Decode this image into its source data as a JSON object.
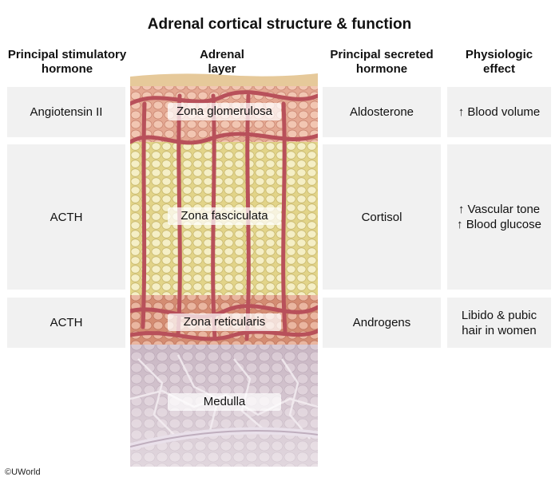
{
  "title": "Adrenal cortical structure & function",
  "headers": {
    "stimulatory": [
      "Principal stimulatory",
      "hormone"
    ],
    "layer": [
      "Adrenal",
      "layer"
    ],
    "secreted": [
      "Principal secreted",
      "hormone"
    ],
    "effect": [
      "Physiologic",
      "effect"
    ]
  },
  "rows": [
    {
      "stimulus": "Angiotensin II",
      "layer": "Zona glomerulosa",
      "secreted": "Aldosterone",
      "effect": [
        "↑ Blood volume"
      ]
    },
    {
      "stimulus": "ACTH",
      "layer": "Zona fasciculata",
      "secreted": "Cortisol",
      "effect": [
        "↑ Vascular tone",
        "↑ Blood glucose"
      ]
    },
    {
      "stimulus": "ACTH",
      "layer": "Zona reticularis",
      "secreted": "Androgens",
      "effect": [
        "Libido & pubic",
        "hair in women"
      ]
    }
  ],
  "medulla": "Medulla",
  "copyright": "©UWorld",
  "colors": {
    "cell_bg": "#f1f1f1",
    "capsule": "#e3c79a",
    "glomerulosa": "#e6a48e",
    "fasciculata": "#ece2a4",
    "reticularis": "#d99578",
    "medulla": "#c7b4bf",
    "vessel": "#b84a55"
  }
}
